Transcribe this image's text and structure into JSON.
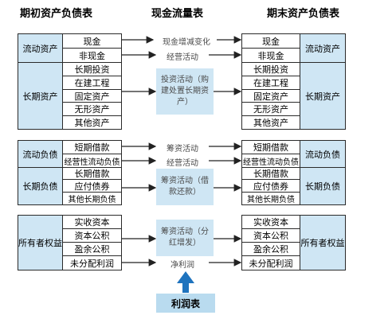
{
  "headers": {
    "left": "期初资产负债表",
    "middle": "现金流量表",
    "right": "期末资产负债表"
  },
  "asset_categories": [
    "流动资产",
    "长期资产"
  ],
  "asset_items": [
    "现金",
    "非现金",
    "长期投资",
    "在建工程",
    "固定资产",
    "无形资产",
    "其他资产"
  ],
  "liability_categories": [
    "流动负债",
    "长期负债"
  ],
  "liability_items": [
    "短期借款",
    "经营性流动负债",
    "长期借款",
    "应付债券",
    "其他长期负债"
  ],
  "equity_category": "所有者权益",
  "equity_items": [
    "实收资本",
    "资本公积",
    "盈余公积",
    "未分配利润"
  ],
  "flows": {
    "cash_change": "现金增减变化",
    "operating_1": "经营活动",
    "investing": "投资活动（购建处置长期资产）",
    "operating_2": "筹资活动",
    "operating_3": "经营活动",
    "financing_debt": "筹资活动（借款还款）",
    "financing_equity": "筹资活动（分红增发）",
    "net_profit": "净利润"
  },
  "bottom_box": "利润表",
  "colors": {
    "category_fill": "#cfe6f4",
    "item_fill": "#ffffff",
    "arrow": "#1e73be",
    "border": "#2a2a2a"
  }
}
